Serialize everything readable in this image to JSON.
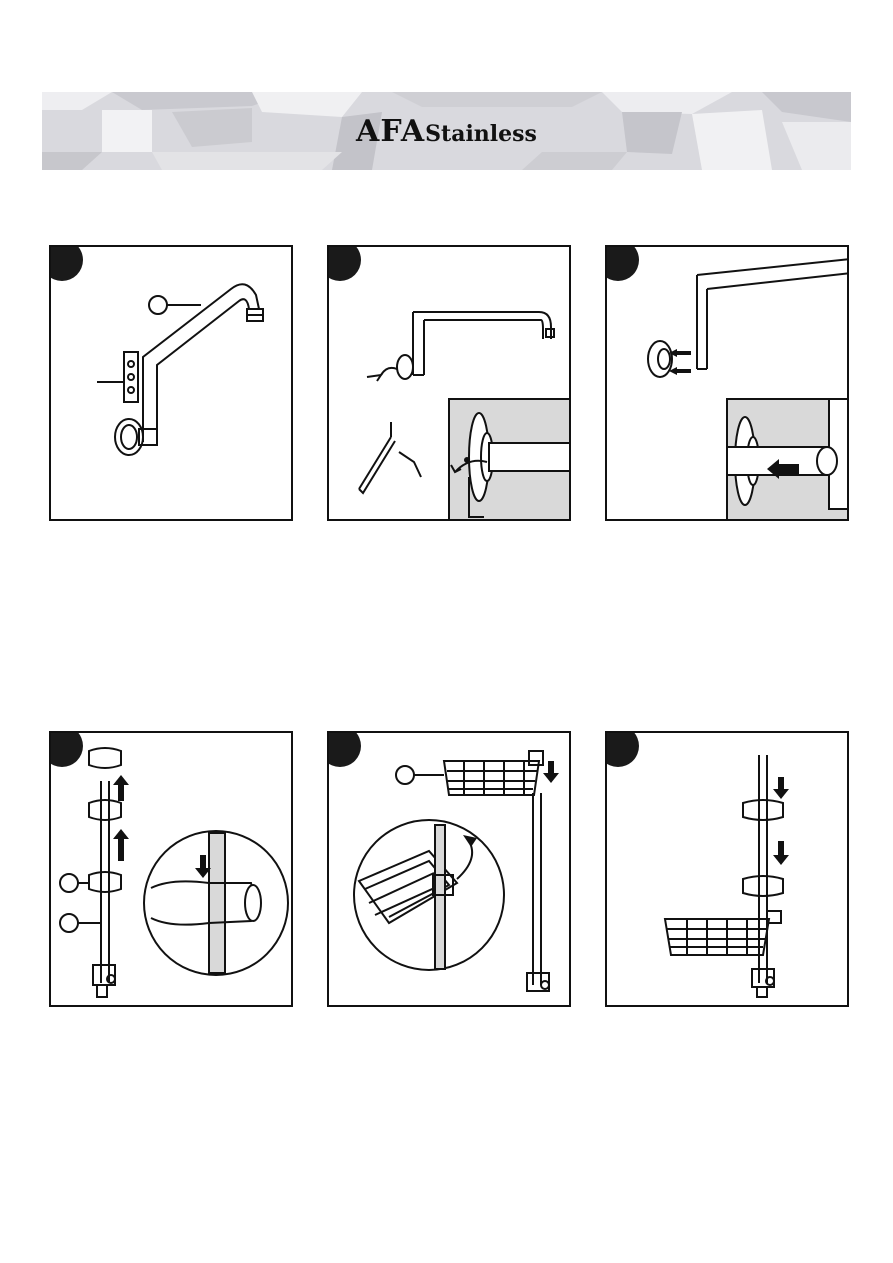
{
  "header": {
    "brand_primary": "AFA",
    "brand_secondary": "Stainless"
  },
  "colors": {
    "banner_bg": "#dedee2",
    "step_badge": "#1a1a1a",
    "inset_bg": "#d9d9d9",
    "line": "#111111"
  },
  "steps": [
    {
      "id": 1,
      "content": "wall-arm-with-bracket"
    },
    {
      "id": 2,
      "content": "mount-arm-with-hex-key"
    },
    {
      "id": 3,
      "content": "secure-flange-to-arm"
    },
    {
      "id": 4,
      "content": "slide-holders-onto-rail"
    },
    {
      "id": 5,
      "content": "attach-soap-basket"
    },
    {
      "id": 6,
      "content": "assembled-rail-with-basket"
    }
  ],
  "icons": [
    "allen-key-icon",
    "arrow-up-icon",
    "arrow-down-icon",
    "rotate-arrow-icon",
    "push-arrow-icon"
  ]
}
